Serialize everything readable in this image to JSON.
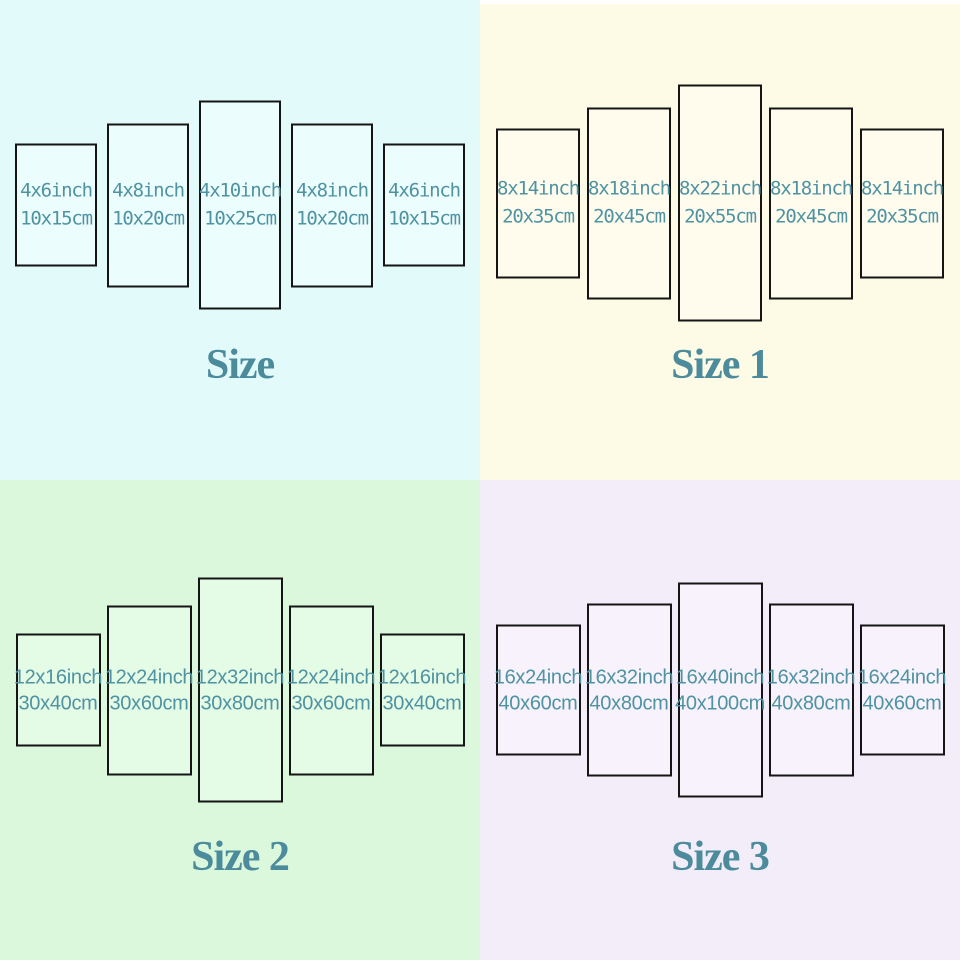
{
  "colors": {
    "label_text": "#4f93a3",
    "title_text": "#4b8b9c",
    "panel_border": "#151515",
    "quadrant_size_bg": "#e3fafa",
    "quadrant_size1_bg": "#fdfae5",
    "quadrant_size2_bg": "#dbf8dd",
    "quadrant_size3_bg": "#f2edf8",
    "panel_size_bg": "#ecfdfd",
    "panel_size1_bg": "#fffcee",
    "panel_size2_bg": "#e4fbe6",
    "panel_size3_bg": "#f7f2fb"
  },
  "quadrants": [
    {
      "title": "Size",
      "bg": "#e3fafa",
      "panel_bg": "#ecfdfd",
      "panels": [
        {
          "inch": "4x6inch",
          "cm": "10x15cm"
        },
        {
          "inch": "4x8inch",
          "cm": "10x20cm"
        },
        {
          "inch": "4x10inch",
          "cm": "10x25cm"
        },
        {
          "inch": "4x8inch",
          "cm": "10x20cm"
        },
        {
          "inch": "4x6inch",
          "cm": "10x15cm"
        }
      ]
    },
    {
      "title": "Size 1",
      "bg": "#fdfae5",
      "panel_bg": "#fffcee",
      "panels": [
        {
          "inch": "8x14inch",
          "cm": "20x35cm"
        },
        {
          "inch": "8x18inch",
          "cm": "20x45cm"
        },
        {
          "inch": "8x22inch",
          "cm": "20x55cm"
        },
        {
          "inch": "8x18inch",
          "cm": "20x45cm"
        },
        {
          "inch": "8x14inch",
          "cm": "20x35cm"
        }
      ]
    },
    {
      "title": "Size 2",
      "bg": "#dbf8dd",
      "panel_bg": "#e4fbe6",
      "panels": [
        {
          "inch": "12x16inch",
          "cm": "30x40cm"
        },
        {
          "inch": "12x24inch",
          "cm": "30x60cm"
        },
        {
          "inch": "12x32inch",
          "cm": "30x80cm"
        },
        {
          "inch": "12x24inch",
          "cm": "30x60cm"
        },
        {
          "inch": "12x16inch",
          "cm": "30x40cm"
        }
      ]
    },
    {
      "title": "Size 3",
      "bg": "#f2edf8",
      "panel_bg": "#f7f2fb",
      "panels": [
        {
          "inch": "16x24inch",
          "cm": "40x60cm"
        },
        {
          "inch": "16x32inch",
          "cm": "40x80cm"
        },
        {
          "inch": "16x40inch",
          "cm": "40x100cm"
        },
        {
          "inch": "16x32inch",
          "cm": "40x80cm"
        },
        {
          "inch": "16x24inch",
          "cm": "40x60cm"
        }
      ]
    }
  ]
}
